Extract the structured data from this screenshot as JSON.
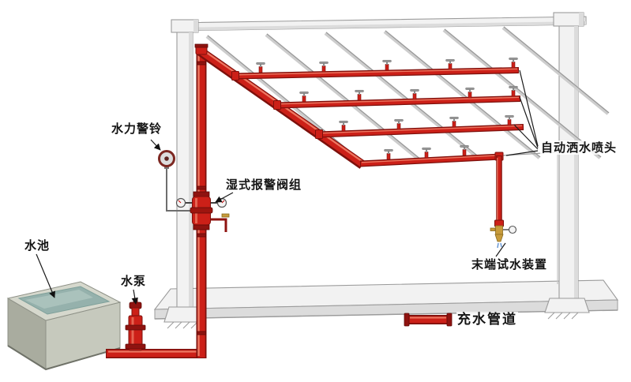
{
  "diagram": {
    "title": "wet-pipe automatic sprinkler fire system schematic",
    "labels": {
      "alarm_bell": "水力警铃",
      "wet_alarm_valve": "湿式报警阀组",
      "water_tank": "水池",
      "water_pump": "水泵",
      "sprinkler_heads": "自动洒水喷头",
      "end_test_device": "末端试水装置",
      "legend_pipe": "充水管道"
    },
    "colors": {
      "pipe_red": "#cc2018",
      "pipe_dark": "#7d100c",
      "pipe_highlight": "#f0826a",
      "water_teal": "#95b1ac",
      "brass": "#c79b3b",
      "structure_gray": "#9b9b9b",
      "background": "#ffffff"
    }
  }
}
